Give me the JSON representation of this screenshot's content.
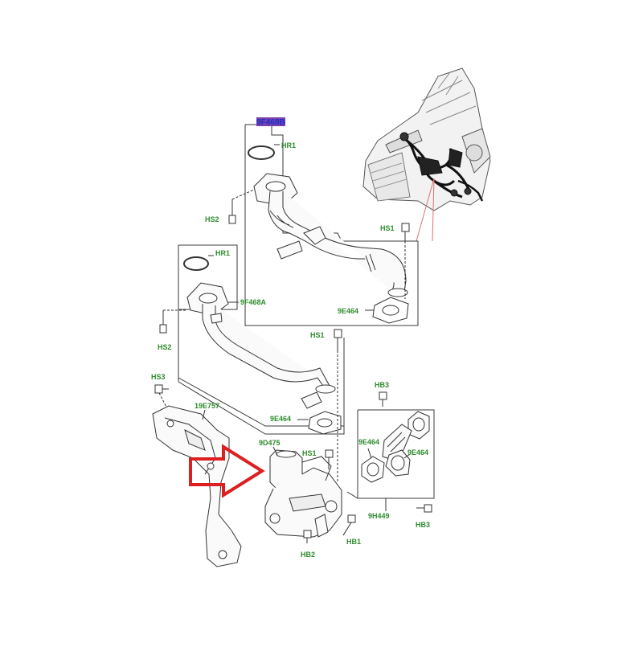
{
  "colors": {
    "label": "#2e8b2e",
    "line": "#3a3a3a",
    "highlight_bg": "#7a3fb0",
    "arrow": "#dd1f1f",
    "leader_red": "#e07070"
  },
  "labels": {
    "part_top_highlighted": "9F468B",
    "hr1_top": "HR1",
    "hs2_top": "HS2",
    "hs1_top": "HS1",
    "gasket_top": "9E464",
    "hr1_mid": "HR1",
    "pipe_mid": "9F468A",
    "hs2_mid": "HS2",
    "hs1_mid": "HS1",
    "gasket_mid": "9E464",
    "hs3": "HS3",
    "bracket": "19E757",
    "valve": "9D475",
    "hs1_valve": "HS1",
    "hb3_top": "HB3",
    "gasket_right_a": "9E464",
    "gasket_right_b": "9E464",
    "cooler_pipe": "9H449",
    "hb3_bottom": "HB3",
    "hb2": "HB2",
    "hb1": "HB1"
  },
  "icons": {
    "arrow": "red-outline-arrow-icon",
    "engine": "engine-locator-icon"
  }
}
